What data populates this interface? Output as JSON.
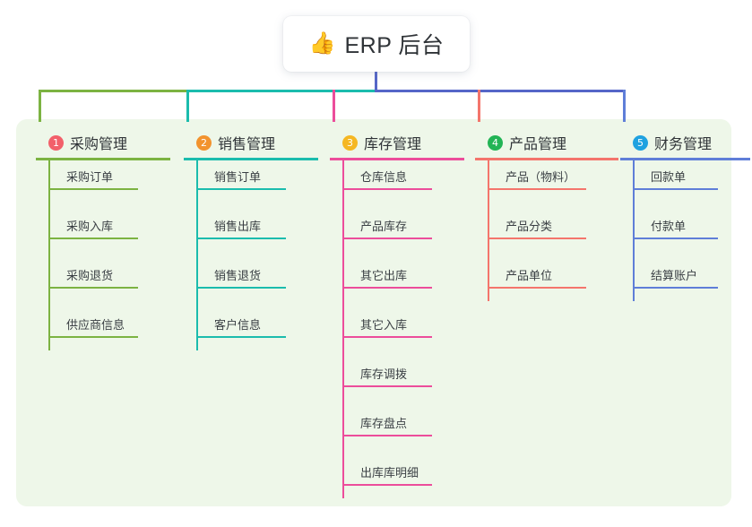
{
  "root": {
    "icon": "thumbs-up-emoji",
    "emoji": "👍",
    "title": "ERP 后台"
  },
  "theme": {
    "panel_bg": "#eef7e9",
    "page_bg": "#ffffff",
    "root_stem": "#5566c8",
    "text": "#2f3337"
  },
  "columns": [
    {
      "number": "1",
      "title": "采购管理",
      "badge_color": "#f2606a",
      "line_color": "#7cb342",
      "items": [
        "采购订单",
        "采购入库",
        "采购退货",
        "供应商信息"
      ]
    },
    {
      "number": "2",
      "title": "销售管理",
      "badge_color": "#f2932e",
      "line_color": "#1bbcad",
      "items": [
        "销售订单",
        "销售出库",
        "销售退货",
        "客户信息"
      ]
    },
    {
      "number": "3",
      "title": "库存管理",
      "badge_color": "#f5b722",
      "line_color": "#ec4d9b",
      "items": [
        "仓库信息",
        "产品库存",
        "其它出库",
        "其它入库",
        "库存调拨",
        "库存盘点",
        "出库库明细"
      ]
    },
    {
      "number": "4",
      "title": "产品管理",
      "badge_color": "#22b455",
      "line_color": "#f4756c",
      "items": [
        "产品（物料）",
        "产品分类",
        "产品单位"
      ]
    },
    {
      "number": "5",
      "title": "财务管理",
      "badge_color": "#1fa2e0",
      "line_color": "#5f7ed8",
      "items": [
        "回款单",
        "付款单",
        "结算账户"
      ]
    }
  ],
  "bus": {
    "segments": [
      {
        "name": "bus-segment-1",
        "color": "#7cb342"
      },
      {
        "name": "bus-segment-2",
        "color": "#1bbcad"
      },
      {
        "name": "bus-segment-3",
        "color": "#5566c8"
      }
    ]
  }
}
